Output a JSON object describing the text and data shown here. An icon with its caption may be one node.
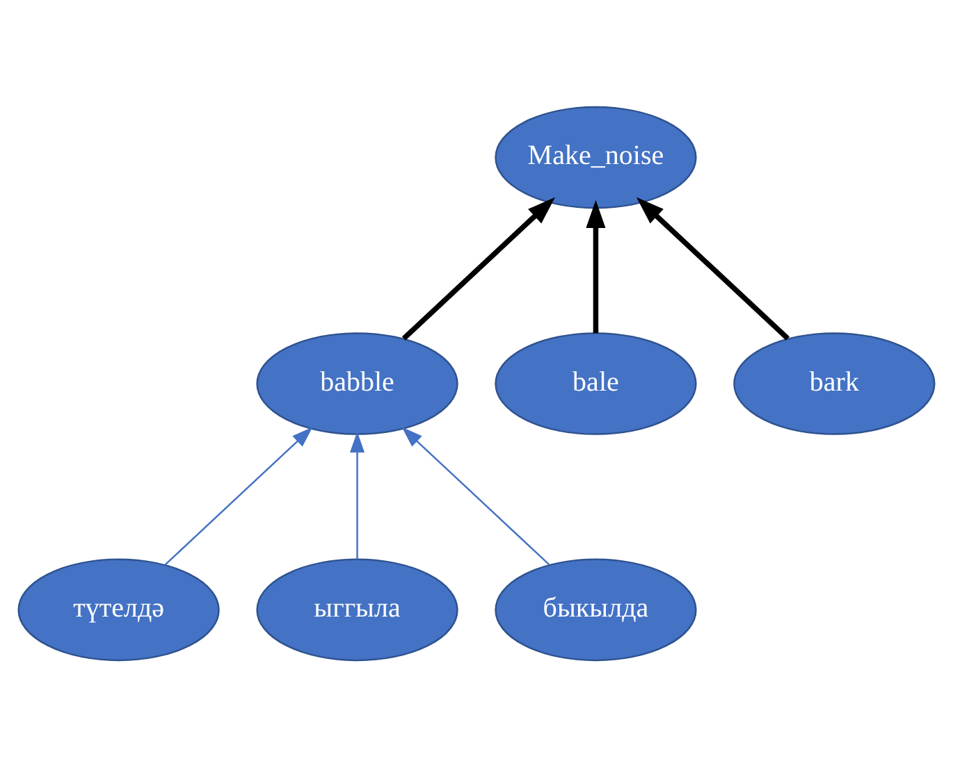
{
  "diagram": {
    "nodes": [
      {
        "text": [
          "Make_noise"
        ]
      },
      {
        "text": [
          "babble"
        ]
      },
      {
        "text": [
          "bale"
        ]
      },
      {
        "text": [
          "bark"
        ]
      },
      {
        "text": [
          "түтелдә"
        ]
      },
      {
        "text": [
          "ыггыла"
        ]
      },
      {
        "text": [
          "быкылда"
        ]
      }
    ],
    "edges": [
      {
        "from": 1,
        "to": 0,
        "arrow": "to",
        "style": "thick",
        "color": "#000000"
      },
      {
        "from": 2,
        "to": 0,
        "arrow": "to",
        "style": "thick",
        "color": "#000000"
      },
      {
        "from": 3,
        "to": 0,
        "arrow": "to",
        "style": "thick",
        "color": "#000000"
      },
      {
        "from": 4,
        "to": 1,
        "arrow": "to",
        "color": "#4472c4"
      },
      {
        "from": 5,
        "to": 1,
        "arrow": "to",
        "color": "#4472c4"
      },
      {
        "from": 6,
        "to": 1,
        "arrow": "to",
        "color": "#4472c4"
      }
    ]
  }
}
